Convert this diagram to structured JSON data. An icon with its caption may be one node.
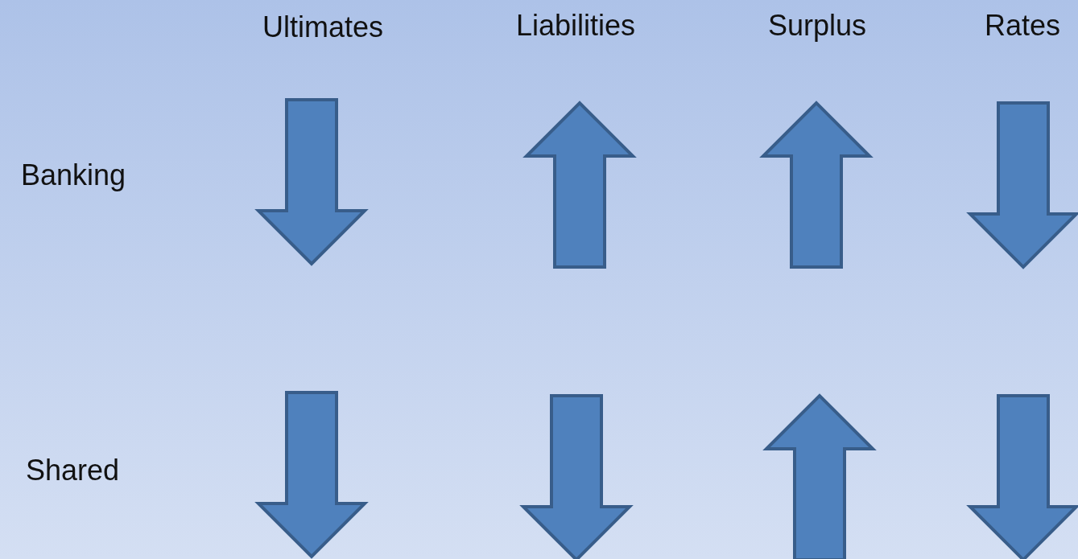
{
  "diagram": {
    "nodes": [
      {
        "text": [],
        "shape": "down-arrow"
      },
      {
        "text": [],
        "shape": "up-arrow"
      },
      {
        "text": [],
        "shape": "up-arrow"
      },
      {
        "text": [],
        "shape": "down-arrow"
      },
      {
        "text": [],
        "shape": "down-arrow"
      },
      {
        "text": [],
        "shape": "down-arrow"
      },
      {
        "text": [],
        "shape": "up-arrow"
      },
      {
        "text": [],
        "shape": "down-arrow"
      }
    ],
    "labels": [
      "Ultimates",
      "Liabilities",
      "Surplus",
      "Rates",
      "Banking",
      "Shared"
    ]
  }
}
